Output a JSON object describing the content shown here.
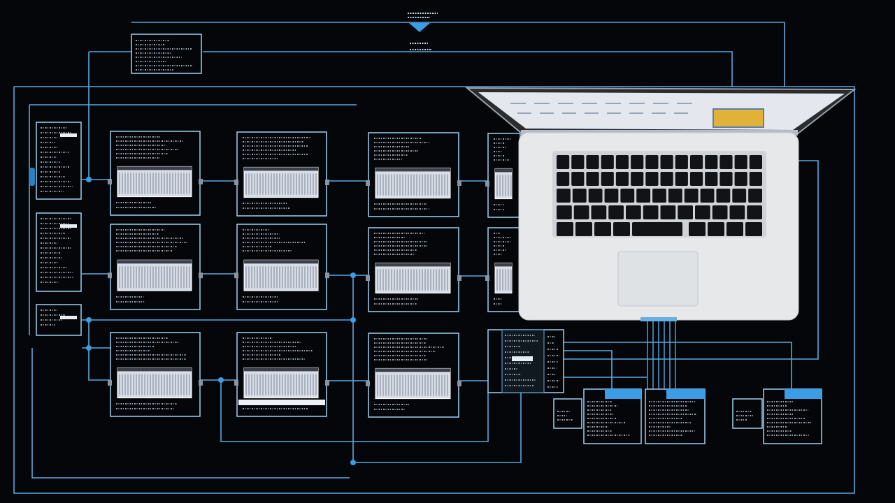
{
  "diagram": {
    "background": "#040609",
    "line_color": "#5aa8e0",
    "node_color": "#3a9de6",
    "panel_border": "#9fd0f2",
    "screen_fill": "#d8dde6",
    "laptop_body": "#e6e8ea",
    "keyboard_color": "#121316",
    "grid_rows": 3,
    "grid_columns": 4,
    "side_cards": 3,
    "bottom_cards": 5,
    "icons": [
      "hub-node-icon",
      "laptop-icon",
      "screen-thumbnail-icon",
      "dropdown-indicator-icon"
    ],
    "text_labels": []
  }
}
